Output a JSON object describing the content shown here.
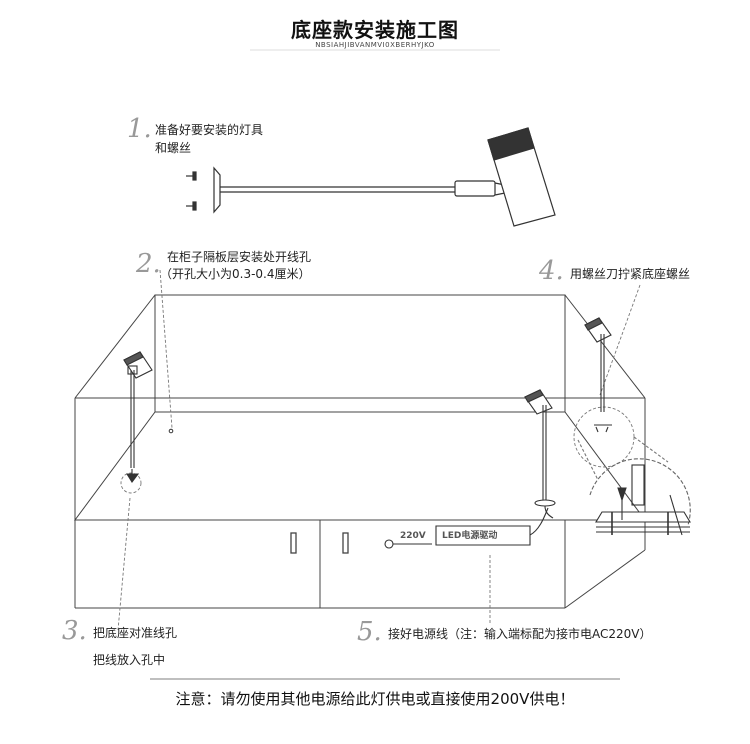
{
  "header": {
    "title": "底座款安装施工图",
    "subtitle": "NBSIAHJIBVANMVI0XBERHYJKO"
  },
  "steps": [
    {
      "num": "1.",
      "lines": [
        "准备好要安装的灯具",
        "和螺丝"
      ]
    },
    {
      "num": "2.",
      "lines": [
        "在柜子隔板层安装处开线孔",
        "（开孔大小为0.3-0.4厘米）"
      ]
    },
    {
      "num": "3.",
      "lines": [
        "把底座对准线孔",
        "把线放入孔中"
      ]
    },
    {
      "num": "4.",
      "lines": [
        "用螺丝刀拧紧底座螺丝"
      ]
    },
    {
      "num": "5.",
      "lines": [
        "接好电源线（注：输入端标配为接市电AC220V）"
      ]
    }
  ],
  "labels": {
    "voltage": "220V",
    "driver": "LED电源驱动"
  },
  "footer": {
    "note": "注意：请勿使用其他电源给此灯供电或直接使用200V供电！"
  }
}
